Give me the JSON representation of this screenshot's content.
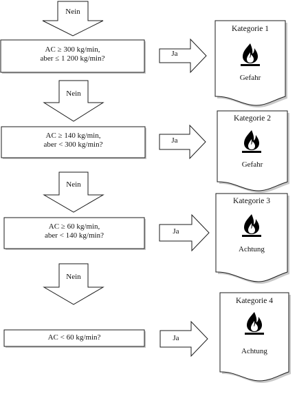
{
  "colors": {
    "stroke": "#1a1a1a",
    "fill": "#ffffff",
    "shadow": "#c8c8c8",
    "flame": "#000000"
  },
  "down_arrows": [
    {
      "label": "Nein"
    },
    {
      "label": "Nein"
    },
    {
      "label": "Nein"
    },
    {
      "label": "Nein"
    }
  ],
  "questions": [
    {
      "line1": "AC ≥ 300 kg/min,",
      "line2": "aber ≤ 1 200 kg/min?",
      "answer": "Ja"
    },
    {
      "line1": "AC ≥ 140 kg/min,",
      "line2": "aber < 300 kg/min?",
      "answer": "Ja"
    },
    {
      "line1": "AC ≥ 60 kg/min,",
      "line2": "aber < 140 kg/min?",
      "answer": "Ja"
    },
    {
      "line1": "AC < 60 kg/min?",
      "line2": "",
      "answer": "Ja"
    }
  ],
  "categories": [
    {
      "title": "Kategorie 1",
      "signal_word": "Gefahr",
      "icon": "flame-icon"
    },
    {
      "title": "Kategorie 2",
      "signal_word": "Gefahr",
      "icon": "flame-icon"
    },
    {
      "title": "Kategorie 3",
      "signal_word": "Achtung",
      "icon": "flame-icon"
    },
    {
      "title": "Kategorie 4",
      "signal_word": "Achtung",
      "icon": "flame-icon"
    }
  ]
}
